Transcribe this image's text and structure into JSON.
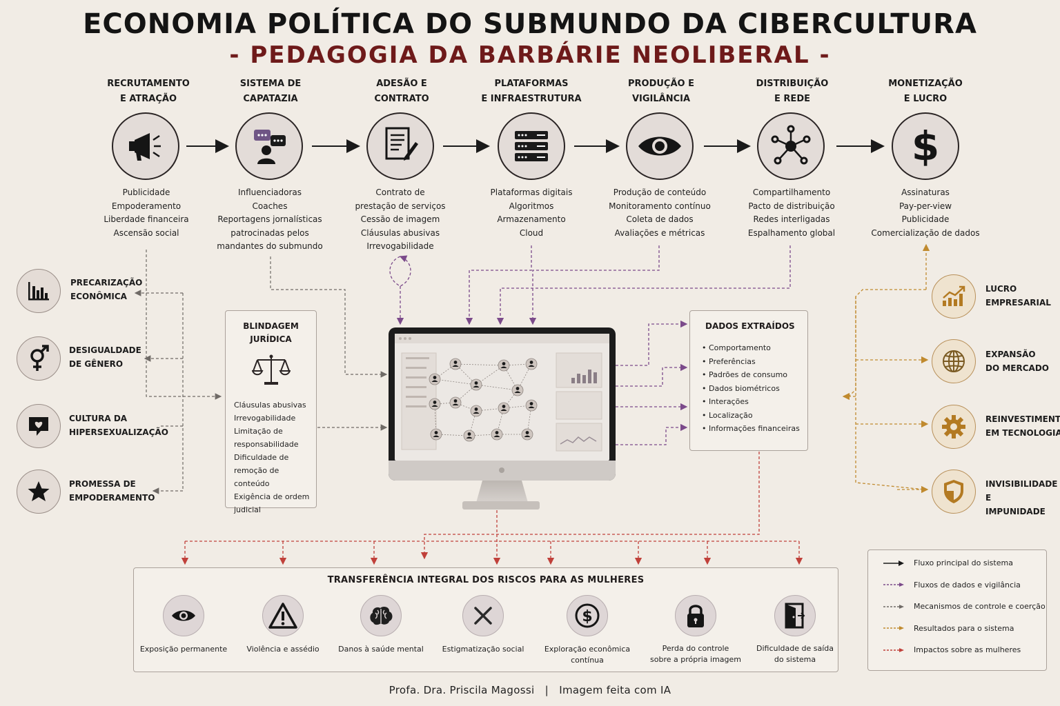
{
  "header": {
    "title": "ECONOMIA POLÍTICA DO SUBMUNDO DA CIBERCULTURA",
    "subtitle": "- PEDAGOGIA DA BARBÁRIE NEOLIBERAL -"
  },
  "stages": [
    {
      "title_lines": [
        "RECRUTAMENTO",
        "E ATRAÇÃO"
      ],
      "icon": "megaphone-icon",
      "items": [
        "Publicidade",
        "Empoderamento",
        "Liberdade financeira",
        "Ascensão social"
      ]
    },
    {
      "title_lines": [
        "SISTEMA DE",
        "CAPATAZIA"
      ],
      "icon": "influencer-chat-icon",
      "items": [
        "Influenciadoras",
        "Coaches",
        "Reportagens jornalísticas",
        "patrocinadas pelos",
        "mandantes do submundo"
      ]
    },
    {
      "title_lines": [
        "ADESÃO E",
        "CONTRATO"
      ],
      "icon": "contract-icon",
      "items": [
        "Contrato de",
        "prestação de serviços",
        "Cessão de imagem",
        "Cláusulas abusivas",
        "Irrevogabilidade"
      ]
    },
    {
      "title_lines": [
        "PLATAFORMAS",
        "E INFRAESTRUTURA"
      ],
      "icon": "server-icon",
      "items": [
        "Plataformas digitais",
        "Algoritmos",
        "Armazenamento",
        "Cloud"
      ]
    },
    {
      "title_lines": [
        "PRODUÇÃO E",
        "VIGILÂNCIA"
      ],
      "icon": "eye-icon",
      "items": [
        "Produção de conteúdo",
        "Monitoramento contínuo",
        "Coleta de dados",
        "Avaliações e métricas"
      ]
    },
    {
      "title_lines": [
        "DISTRIBUIÇÃO",
        "E REDE"
      ],
      "icon": "network-icon",
      "items": [
        "Compartilhamento",
        "Pacto de distribuição",
        "Redes interligadas",
        "Espalhamento global"
      ]
    },
    {
      "title_lines": [
        "MONETIZAÇÃO",
        "E LUCRO"
      ],
      "icon": "dollar-icon",
      "items": [
        "Assinaturas",
        "Pay-per-view",
        "Publicidade",
        "Comercialização de dados"
      ]
    }
  ],
  "left_factors": [
    {
      "lines": [
        "PRECARIZAÇÃO",
        "ECONÔMICA"
      ],
      "icon": "bar-chart-icon"
    },
    {
      "lines": [
        "DESIGUALDADE",
        "DE GÊNERO"
      ],
      "icon": "gender-icon"
    },
    {
      "lines": [
        "CULTURA DA",
        "HIPERSEXUALIZAÇÃO"
      ],
      "icon": "heart-bubble-icon"
    },
    {
      "lines": [
        "PROMESSA DE",
        "EMPODERAMENTO"
      ],
      "icon": "star-icon"
    }
  ],
  "legal_shield": {
    "title_lines": [
      "BLINDAGEM",
      "JURÍDICA"
    ],
    "icon": "scales-icon",
    "items": [
      "Cláusulas abusivas",
      "Irrevogabilidade",
      "Limitação de",
      "responsabilidade",
      "Dificuldade de",
      "remoção de conteúdo",
      "Exigência de ordem",
      "judicial"
    ]
  },
  "extracted_data": {
    "title": "DADOS EXTRAÍDOS",
    "items": [
      "Comportamento",
      "Preferências",
      "Padrões de consumo",
      "Dados biométricos",
      "Interações",
      "Localização",
      "Informações financeiras"
    ]
  },
  "right_results": [
    {
      "lines": [
        "LUCRO",
        "EMPRESARIAL"
      ],
      "icon": "growth-chart-icon"
    },
    {
      "lines": [
        "EXPANSÃO",
        "DO MERCADO"
      ],
      "icon": "globe-icon"
    },
    {
      "lines": [
        "REINVESTIMENTO",
        "EM TECNOLOGIA"
      ],
      "icon": "gear-icon"
    },
    {
      "lines": [
        "INVISIBILIDADE E",
        "IMPUNIDADE"
      ],
      "icon": "shield-icon"
    }
  ],
  "risks": {
    "title": "TRANSFERÊNCIA INTEGRAL DOS RISCOS PARA AS MULHERES",
    "items": [
      {
        "lines": [
          "Exposição permanente"
        ],
        "icon": "eye-icon"
      },
      {
        "lines": [
          "Violência e assédio"
        ],
        "icon": "warning-icon"
      },
      {
        "lines": [
          "Danos à saúde mental"
        ],
        "icon": "brain-icon"
      },
      {
        "lines": [
          "Estigmatização social"
        ],
        "icon": "x-icon"
      },
      {
        "lines": [
          "Exploração econômica",
          "contínua"
        ],
        "icon": "coin-icon"
      },
      {
        "lines": [
          "Perda do controle",
          "sobre a própria imagem"
        ],
        "icon": "lock-icon"
      },
      {
        "lines": [
          "Dificuldade de saída",
          "do sistema"
        ],
        "icon": "exit-door-icon"
      }
    ]
  },
  "legend": [
    {
      "label": "Fluxo principal do sistema",
      "color": "#1a1a1a",
      "dashed": false
    },
    {
      "label": "Fluxos de dados e vigilância",
      "color": "#7b4a8a",
      "dashed": true
    },
    {
      "label": "Mecanismos de controle e coerção",
      "color": "#6f6a66",
      "dashed": true
    },
    {
      "label": "Resultados para o sistema",
      "color": "#c08a2e",
      "dashed": true
    },
    {
      "label": "Impactos sobre as mulheres",
      "color": "#c0403a",
      "dashed": true
    }
  ],
  "footer": {
    "author": "Profa. Dra. Priscila Magossi",
    "separator": "|",
    "note": "Imagem feita com IA"
  }
}
